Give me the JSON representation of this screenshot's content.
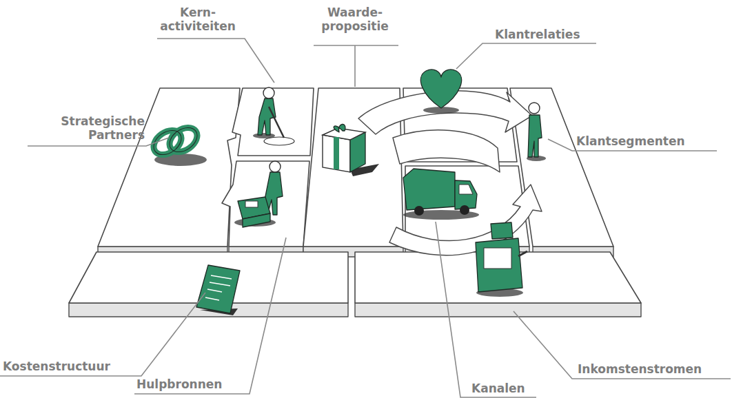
{
  "diagram": {
    "nodes": [
      {
        "text": [
          "Kern- activiteiten"
        ]
      },
      {
        "text": [
          "Waarde- propositie"
        ]
      },
      {
        "text": [
          "Klantrelaties"
        ]
      },
      {
        "text": [
          "Strategische Partners"
        ]
      },
      {
        "text": [
          "Klantsegmenten"
        ]
      },
      {
        "text": [
          "Kostenstructuur"
        ]
      },
      {
        "text": [
          "Hulpbronnen"
        ]
      },
      {
        "text": [
          "Kanalen"
        ]
      },
      {
        "text": [
          "Inkomstenstromen"
        ]
      }
    ]
  }
}
